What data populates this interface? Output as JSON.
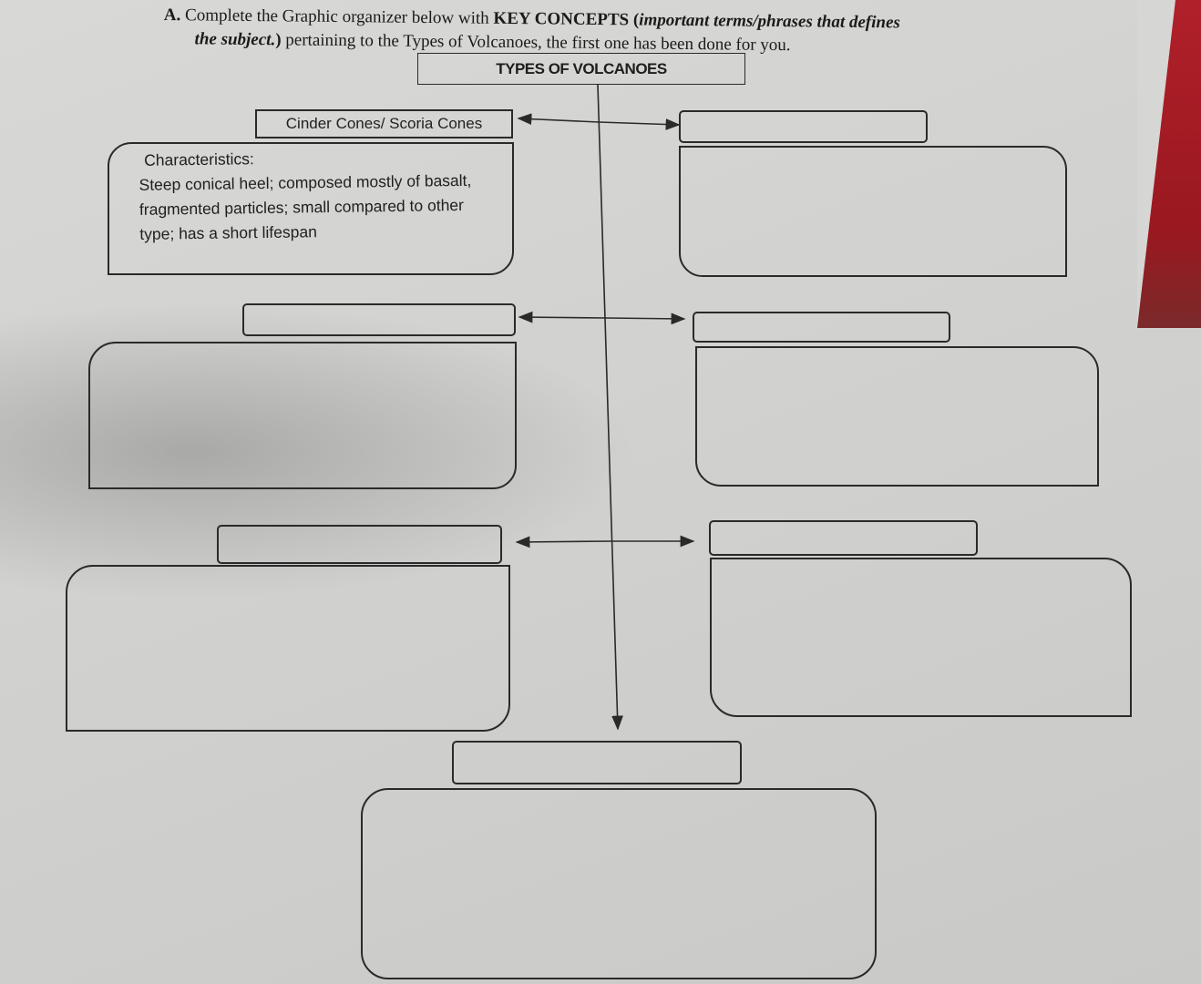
{
  "instructions": {
    "item_letter": "A.",
    "line1_prefix": "Complete the Graphic organizer below with ",
    "line1_bold": "KEY CONCEPTS",
    "line1_paren_open": " (",
    "line1_italic": "important terms/phrases that defines",
    "line2_italic": "the subject.",
    "line2_paren_close": ")",
    "line2_rest": " pertaining to the Types of Volcanoes, the first one has been done for you."
  },
  "organizer": {
    "title": "TYPES OF VOLCANOES",
    "first_type": {
      "label": "Cinder Cones/ Scoria Cones",
      "characteristics_heading": "Characteristics:",
      "characteristics_body": "Steep conical heel; composed mostly of basalt, fragmented particles; small compared to other type; has a short lifespan"
    },
    "blank_label_boxes": 6,
    "blank_content_boxes": 6
  },
  "colors": {
    "paper": "#d6d6d4",
    "ink": "#2a2a2a",
    "corner_red": "#b0202a"
  }
}
